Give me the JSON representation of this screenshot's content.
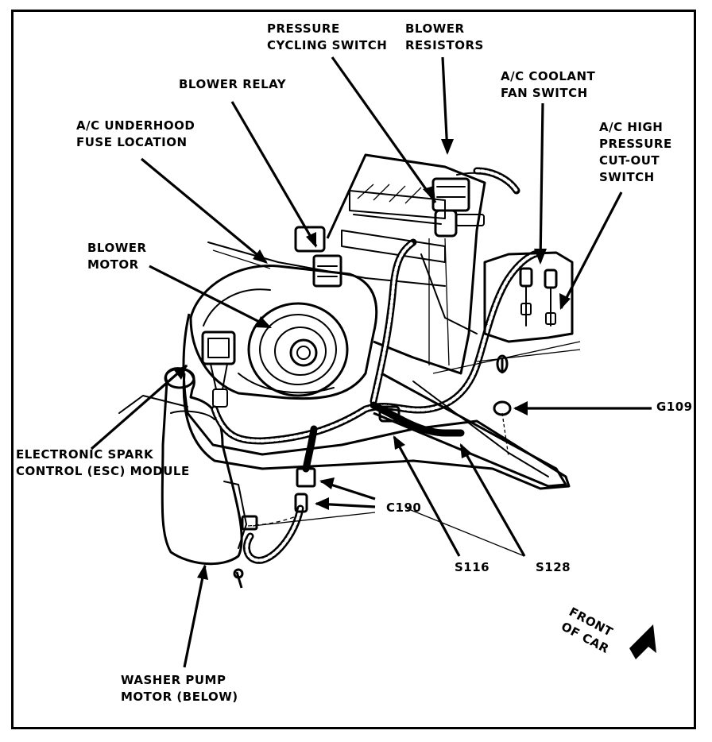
{
  "labels": {
    "pressure_cycling_switch": "PRESSURE\nCYCLING SWITCH",
    "blower_resistors": "BLOWER\nRESISTORS",
    "ac_coolant_fan_switch": "A/C COOLANT\nFAN SWITCH",
    "blower_relay": "BLOWER RELAY",
    "ac_underhood_fuse_location": "A/C UNDERHOOD\nFUSE LOCATION",
    "ac_high_pressure_cutout_switch": "A/C HIGH\nPRESSURE\nCUT-OUT\nSWITCH",
    "blower_motor": "BLOWER\nMOTOR",
    "g109": "G109",
    "esc_module": "ELECTRONIC SPARK\nCONTROL (ESC) MODULE",
    "c190": "C190",
    "s116": "S116",
    "s128": "S128",
    "washer_pump_motor": "WASHER PUMP\nMOTOR (BELOW)",
    "front_of_car": "FRONT\nOF CAR"
  },
  "colors": {
    "ink": "#000000",
    "paper": "#ffffff"
  }
}
